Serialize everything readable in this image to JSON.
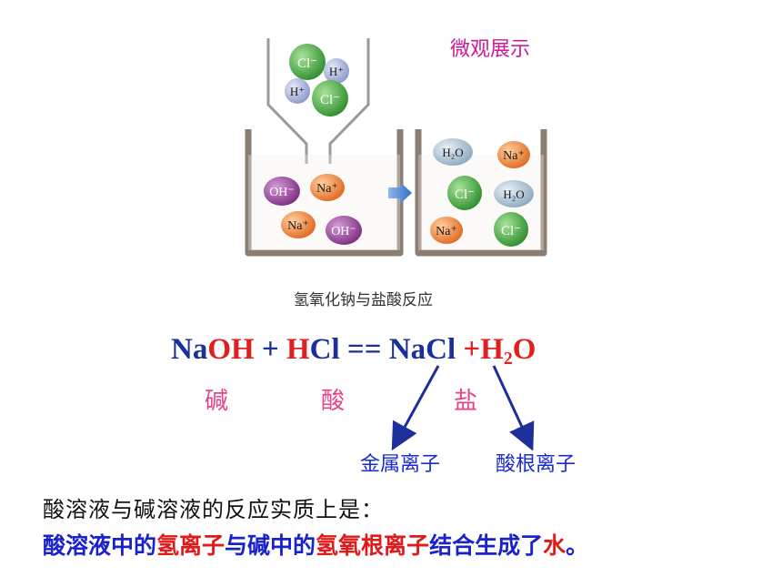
{
  "title": "微观展示",
  "caption": "氢氧化钠与盐酸反应",
  "ions": {
    "cl": "Cl⁻",
    "h": "H⁺",
    "oh": "OH⁻",
    "na": "Na⁺",
    "h2o": "H₂O"
  },
  "equation": {
    "na": "Na",
    "oh": "OH",
    "plus1": " + ",
    "hcl": "HCl",
    "eq": " == ",
    "nacl": "NaCl",
    "plus2": " +",
    "h": "H",
    "sub2": "2",
    "o": "O"
  },
  "classification": {
    "base": "碱",
    "acid": "酸",
    "salt": "盐"
  },
  "salt_ions": {
    "metal": "金属离子",
    "acid_radical": "酸根离子"
  },
  "statement": {
    "line1": "酸溶液与碱溶液的反应实质上是：",
    "p1": "酸溶液中的",
    "p2": "氢离子",
    "p3": "与碱中的",
    "p4": "氢氧根离子",
    "p5": "结合生成了",
    "p6": "水",
    "p7": "。"
  },
  "colors": {
    "cl": "#3aa03a",
    "h": "#9aa6d6",
    "oh": "#8e3e92",
    "na": "#e8782e",
    "h2o": "#9fb6c8",
    "title": "#cc1a9a",
    "navy": "#1c2f9a",
    "red": "#e02020"
  }
}
